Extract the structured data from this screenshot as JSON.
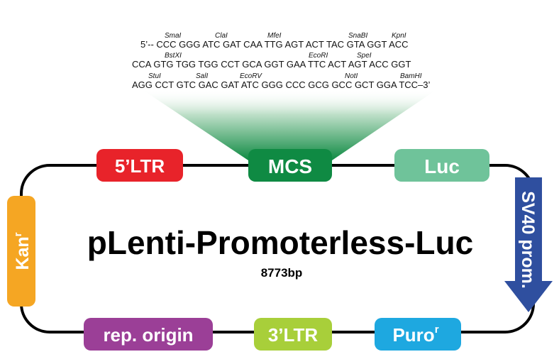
{
  "title": "pLenti-Promoterless-Luc",
  "size": "8773bp",
  "colors": {
    "ltr5": "#e8232a",
    "mcs": "#0f8a43",
    "luc": "#6fc39a",
    "sv40": "#2f4f9f",
    "puro": "#1ea8e0",
    "ltr3": "#a8cf3a",
    "rep": "#9b3f97",
    "kan": "#f5a623",
    "backbone": "#000000"
  },
  "features": {
    "ltr5": "5’LTR",
    "mcs": "MCS",
    "luc": "Luc",
    "sv40": "SV40 prom.",
    "puro_base": "Puro",
    "puro_sup": "r",
    "ltr3": "3’LTR",
    "rep": "rep. origin",
    "kan_base": "Kan",
    "kan_sup": "r"
  },
  "mcs_sequence": {
    "line1": {
      "text": "5’-- CCC GGG ATC GAT CAA TTG AGT ACT TAC GTA GGT ACC",
      "sites": [
        "SmaI",
        "ClaI",
        "MfeI",
        "SnaBI",
        "KpnI"
      ]
    },
    "line2": {
      "text": "CCA GTG TGG TGG CCT GCA GGT GAA TTC ACT AGT ACC GGT",
      "sites": [
        "BstXI",
        "EcoRI",
        "SpeI"
      ]
    },
    "line3": {
      "text": "AGG CCT GTC GAC GAT ATC GGG CCC GCG GCC GCT GGA TCC–3’",
      "sites": [
        "StuI",
        "SalI",
        "EcoRV",
        "NotI",
        "BamHI"
      ]
    }
  }
}
